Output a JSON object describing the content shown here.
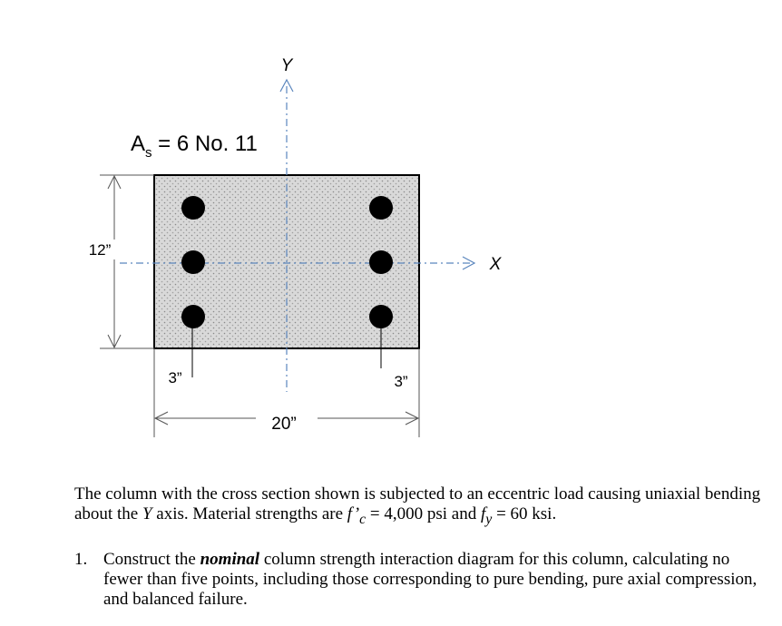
{
  "diagram": {
    "y_axis_label": "Y",
    "x_axis_label": "X",
    "steel_label_main": "A",
    "steel_label_sub": "s",
    "steel_label_rest": " = 6 No. 11",
    "height_dim": "12”",
    "width_dim": "20”",
    "cover_left": "3”",
    "cover_right": "3”",
    "bar_count": 6
  },
  "problem": {
    "stmt_1": "The column with the cross section shown is subjected to an eccentric load causing uniaxial bending about the ",
    "stmt_axis": "Y",
    "stmt_2": " axis.  Material strengths are ",
    "fc_symbol": "f’",
    "fc_sub": "c",
    "fc_value": " = 4,000 psi and ",
    "fy_symbol": "f",
    "fy_sub": "y",
    "fy_value": " = 60 ksi.",
    "task_number": "1.",
    "task_1": "Construct the ",
    "task_emph": "nominal",
    "task_2": " column strength interaction diagram for this column, calculating no fewer than five points, including those corresponding to pure bending, pure axial compression, and balanced failure."
  },
  "colors": {
    "axis": "#5b86bd",
    "concrete": "#d4d4d4",
    "outline": "#000000"
  }
}
